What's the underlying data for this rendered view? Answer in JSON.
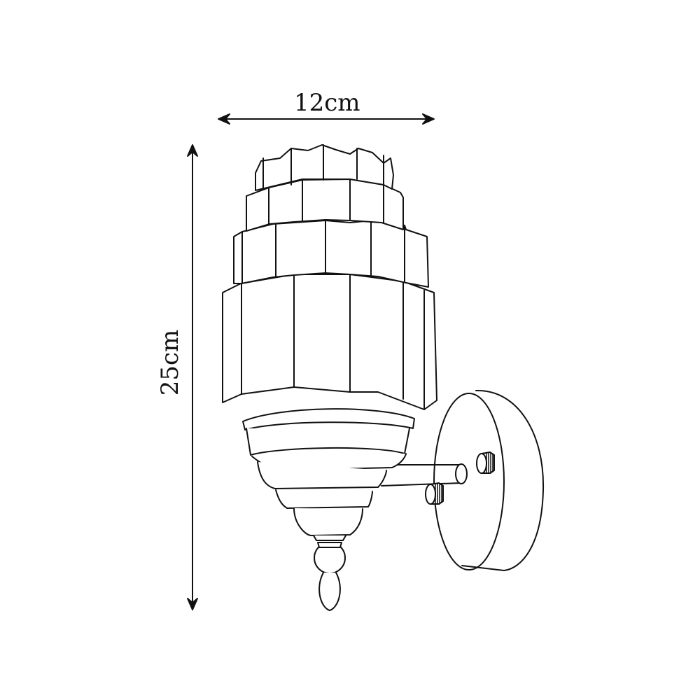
{
  "diagram": {
    "subject": "wall sconce with tiered faceted glass shade",
    "stroke_color": "#111111",
    "background_color": "#ffffff",
    "dimensions": {
      "width": {
        "label": "12cm",
        "orientation": "horizontal"
      },
      "height": {
        "label": "25cm",
        "orientation": "vertical"
      }
    },
    "parts": [
      "tiered-shade",
      "holder-base",
      "finial",
      "arm",
      "wall-plate",
      "mounting-screws"
    ]
  }
}
